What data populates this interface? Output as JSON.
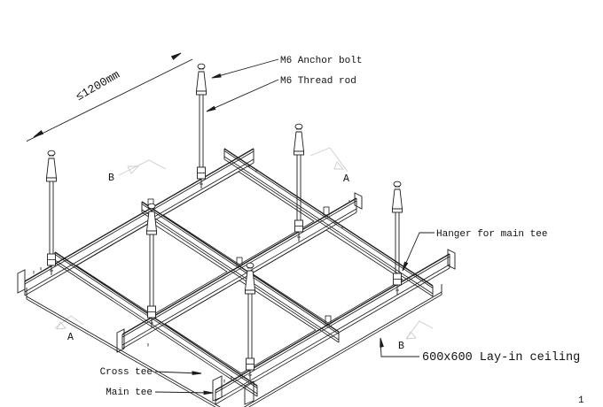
{
  "title": "600x600 lay-in ceiling suspension isometric diagram",
  "labels": {
    "anchor_bolt": "M6 Anchor bolt",
    "thread_rod": "M6 Thread rod",
    "hanger_for_main_tee": "Hanger for main tee",
    "lay_in_ceiling": "600x600 Lay-in ceiling",
    "cross_tee": "Cross tee",
    "main_tee": "Main tee"
  },
  "dimension": {
    "max_spacing": "≤1200mm"
  },
  "section_marks": {
    "b_top": "B",
    "a_top": "A",
    "a_bottom": "A",
    "b_bottom": "B"
  },
  "page_number": "1",
  "colors": {
    "line": "#1c1c1c",
    "text": "#111111",
    "section_mark": "#cccccc",
    "background": "#ffffff"
  }
}
